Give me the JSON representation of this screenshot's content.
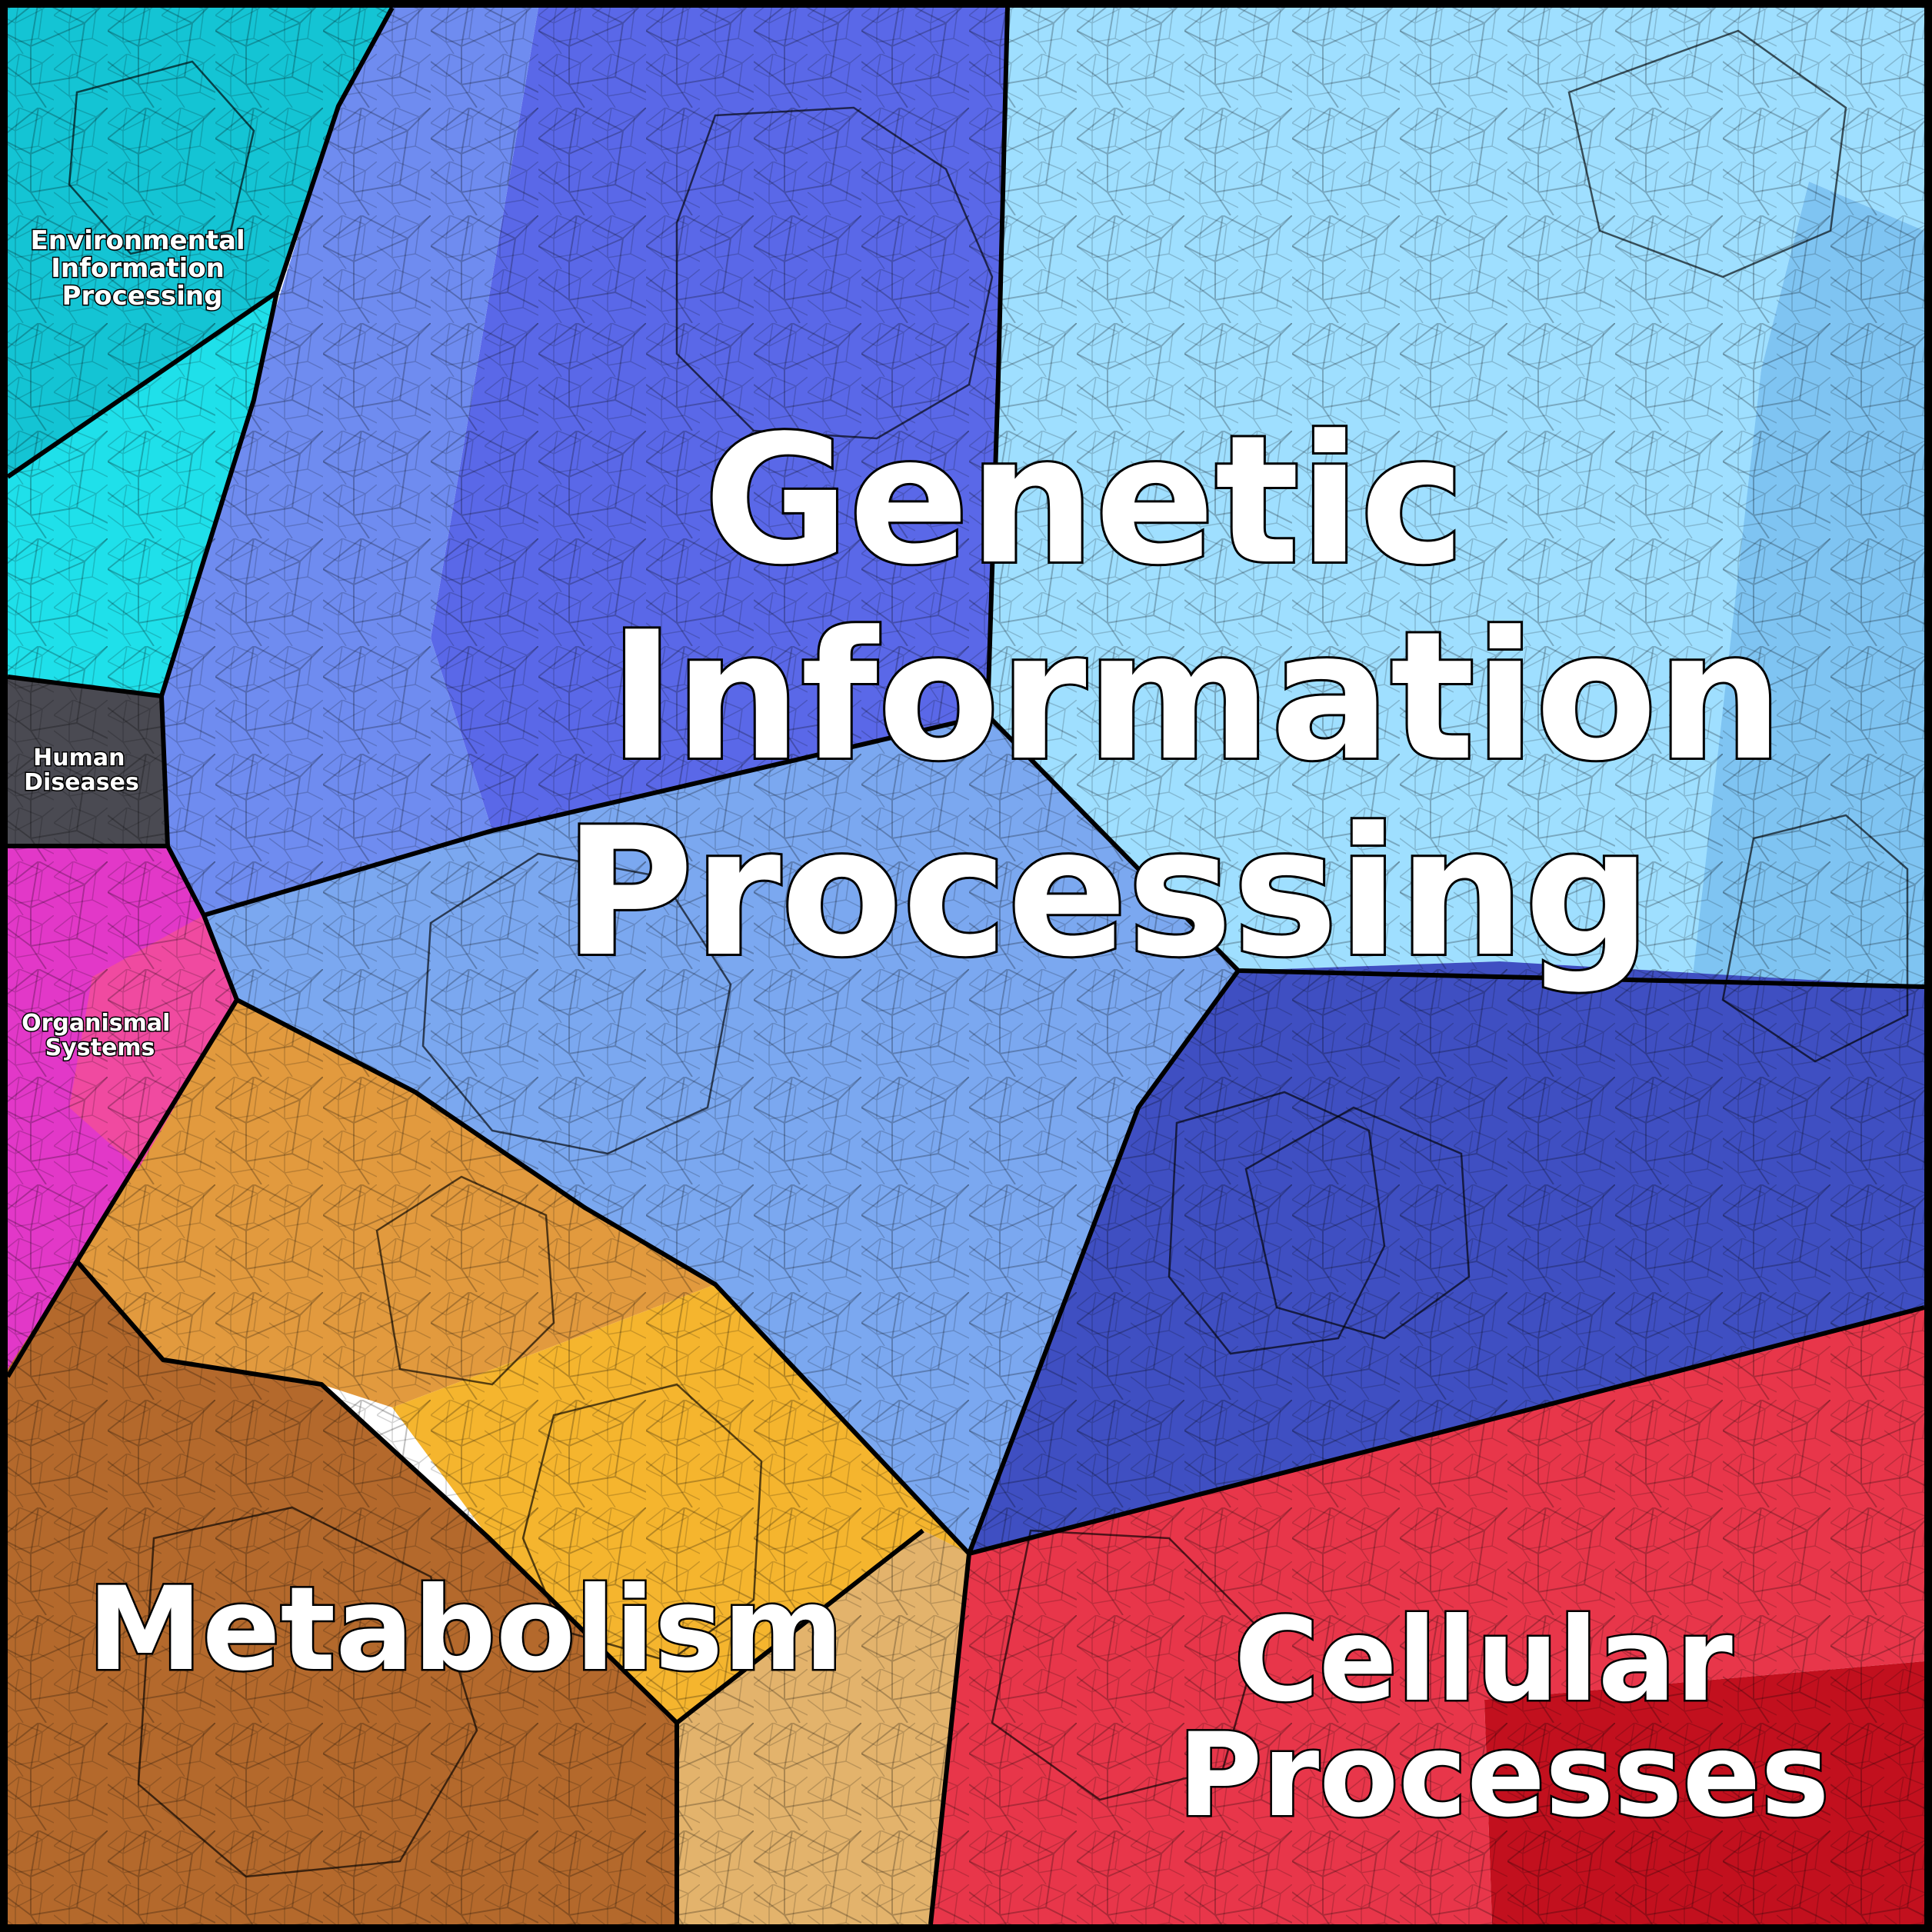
{
  "regions": [
    {
      "key": "genetic",
      "label_lines": [
        "Genetic",
        "Information",
        "Processing"
      ],
      "color": "#6F8FF0"
    },
    {
      "key": "metabolism",
      "label_lines": [
        "Metabolism"
      ],
      "color": "#E5A23A"
    },
    {
      "key": "cellular",
      "label_lines": [
        "Cellular",
        "Processes"
      ],
      "color": "#E8364A"
    },
    {
      "key": "environmental",
      "label_lines": [
        "Environmental",
        "Information",
        "Processing"
      ],
      "color": "#16C9D6"
    },
    {
      "key": "human",
      "label_lines": [
        "Human",
        "Diseases"
      ],
      "color": "#4A4A52"
    },
    {
      "key": "organismal",
      "label_lines": [
        "Organismal",
        "Systems"
      ],
      "color": "#E238C8"
    }
  ],
  "palette": {
    "genetic_light": "#9FDFFF",
    "genetic_sky": "#7FC4F2",
    "genetic_blue": "#6F8CF0",
    "genetic_mid": "#7BA8F0",
    "genetic_deep": "#3F4FC2",
    "genetic_violet": "#5A68E8",
    "metab_brown": "#B4692C",
    "metab_orange": "#E29A3E",
    "metab_gold": "#F5B52E",
    "metab_sand": "#E3B36C",
    "metab_rust": "#C8552C",
    "cell_red": "#E8364A",
    "cell_crimson": "#C2101E",
    "cell_coral": "#F05A50",
    "env_cyan": "#14C4D4",
    "env_aqua": "#1FE0EA",
    "human_gray": "#4A4A52",
    "org_magenta": "#E238C8",
    "org_pink": "#F04AA0",
    "outline": "#000000"
  }
}
